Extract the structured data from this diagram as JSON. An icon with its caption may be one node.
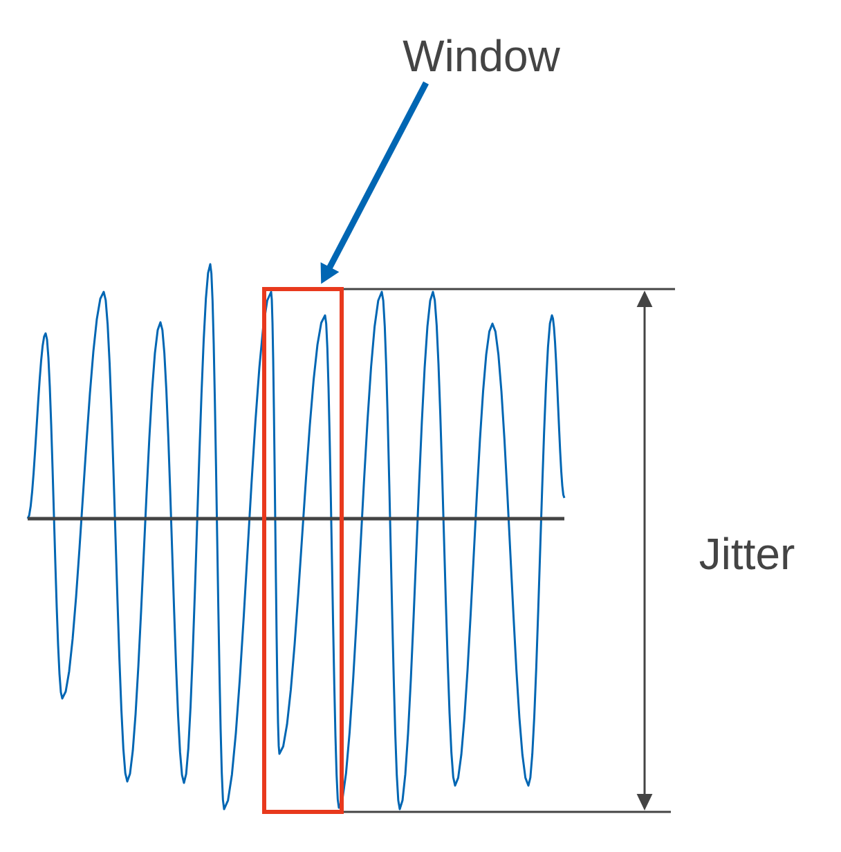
{
  "diagram": {
    "nodes": [
      {
        "text": [
          "Window"
        ]
      },
      {
        "text": [],
        "shape": "box"
      }
    ],
    "edges": [
      {
        "from": 0,
        "to": 1,
        "arrow": "to",
        "color": "#0066b3"
      }
    ],
    "labels": [
      "Jitter"
    ]
  }
}
